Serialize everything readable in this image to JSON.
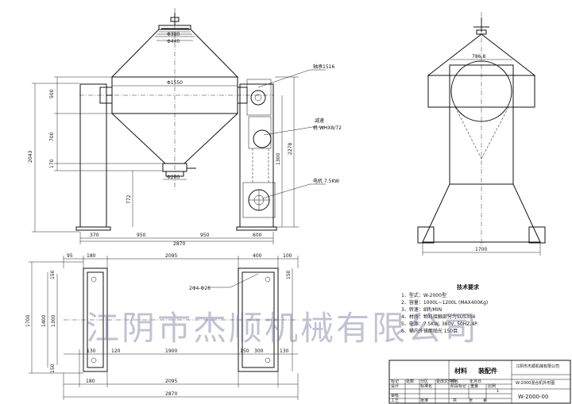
{
  "drawing": {
    "front_dims": {
      "d380": "Φ380",
      "d440": "Φ440",
      "d1550": "Φ1550",
      "d200": "Φ200",
      "h500": "500",
      "h700": "700",
      "h170": "170",
      "h2043": "2043",
      "h772": "772",
      "w370": "370",
      "w950a": "950",
      "w950b": "950",
      "w2870": "2870"
    },
    "side_dims": {
      "h1300": "1300",
      "h2278": "2278",
      "w600": "600"
    },
    "callouts": {
      "bearing": "轴承1516",
      "reducer_1": "减速",
      "reducer_2": "机 WHX8/72",
      "motor": "电机 7.5KW"
    },
    "end_view": {
      "d786": "786.8",
      "w1700": "1700"
    },
    "plan_dims": {
      "t95": "95",
      "t180": "180",
      "t2095": "2095",
      "t400": "400",
      "t100": "100",
      "l150a": "150",
      "l150b": "150",
      "l150c": "150",
      "l1700": "1700",
      "l1400": "1400",
      "l1300": "1300",
      "bolts": "2Φ4-Φ26",
      "b130a": "130",
      "b120": "120",
      "b1900": "1900",
      "b150": "150",
      "b130b": "130",
      "b300": "300",
      "b2095": "2095",
      "b2870": "2870",
      "b180": "180"
    },
    "tech": {
      "title": "技术要求",
      "items": [
        "1、型式：W-2000型",
        "2、容量：1000L~1200L (MAX400Kg)",
        "3、转速：8转/MIN",
        "4、材质：物料接触部分为SUS304",
        "5、电源：7.5KW, 380V, 50HZ,4P.",
        "6、桶内外镜面抛光 150目."
      ]
    },
    "title_block": {
      "material": "材料",
      "assembly": "装配件",
      "company": "江阴市杰顺机械有限公司",
      "drawing_name": "W-2000混合机外形图",
      "drawing_no": "W-2000-00",
      "scale": "1",
      "h_design": "设计",
      "h_std": "标准化",
      "h_check": "审核",
      "h_process": "工艺",
      "h_approve": "批准",
      "h_stage": "阶段标记",
      "h_weight": "重量",
      "h_ratio": "比例",
      "h_total": "共",
      "h_sheet": "张",
      "h_num": "第",
      "h_mark": "标记",
      "h_qty": "处数",
      "h_zone": "分区",
      "h_doc": "更改文件号",
      "h_sign": "签名",
      "h_date": "年月日"
    },
    "watermark": "江阴市杰顺机械有限公司"
  }
}
